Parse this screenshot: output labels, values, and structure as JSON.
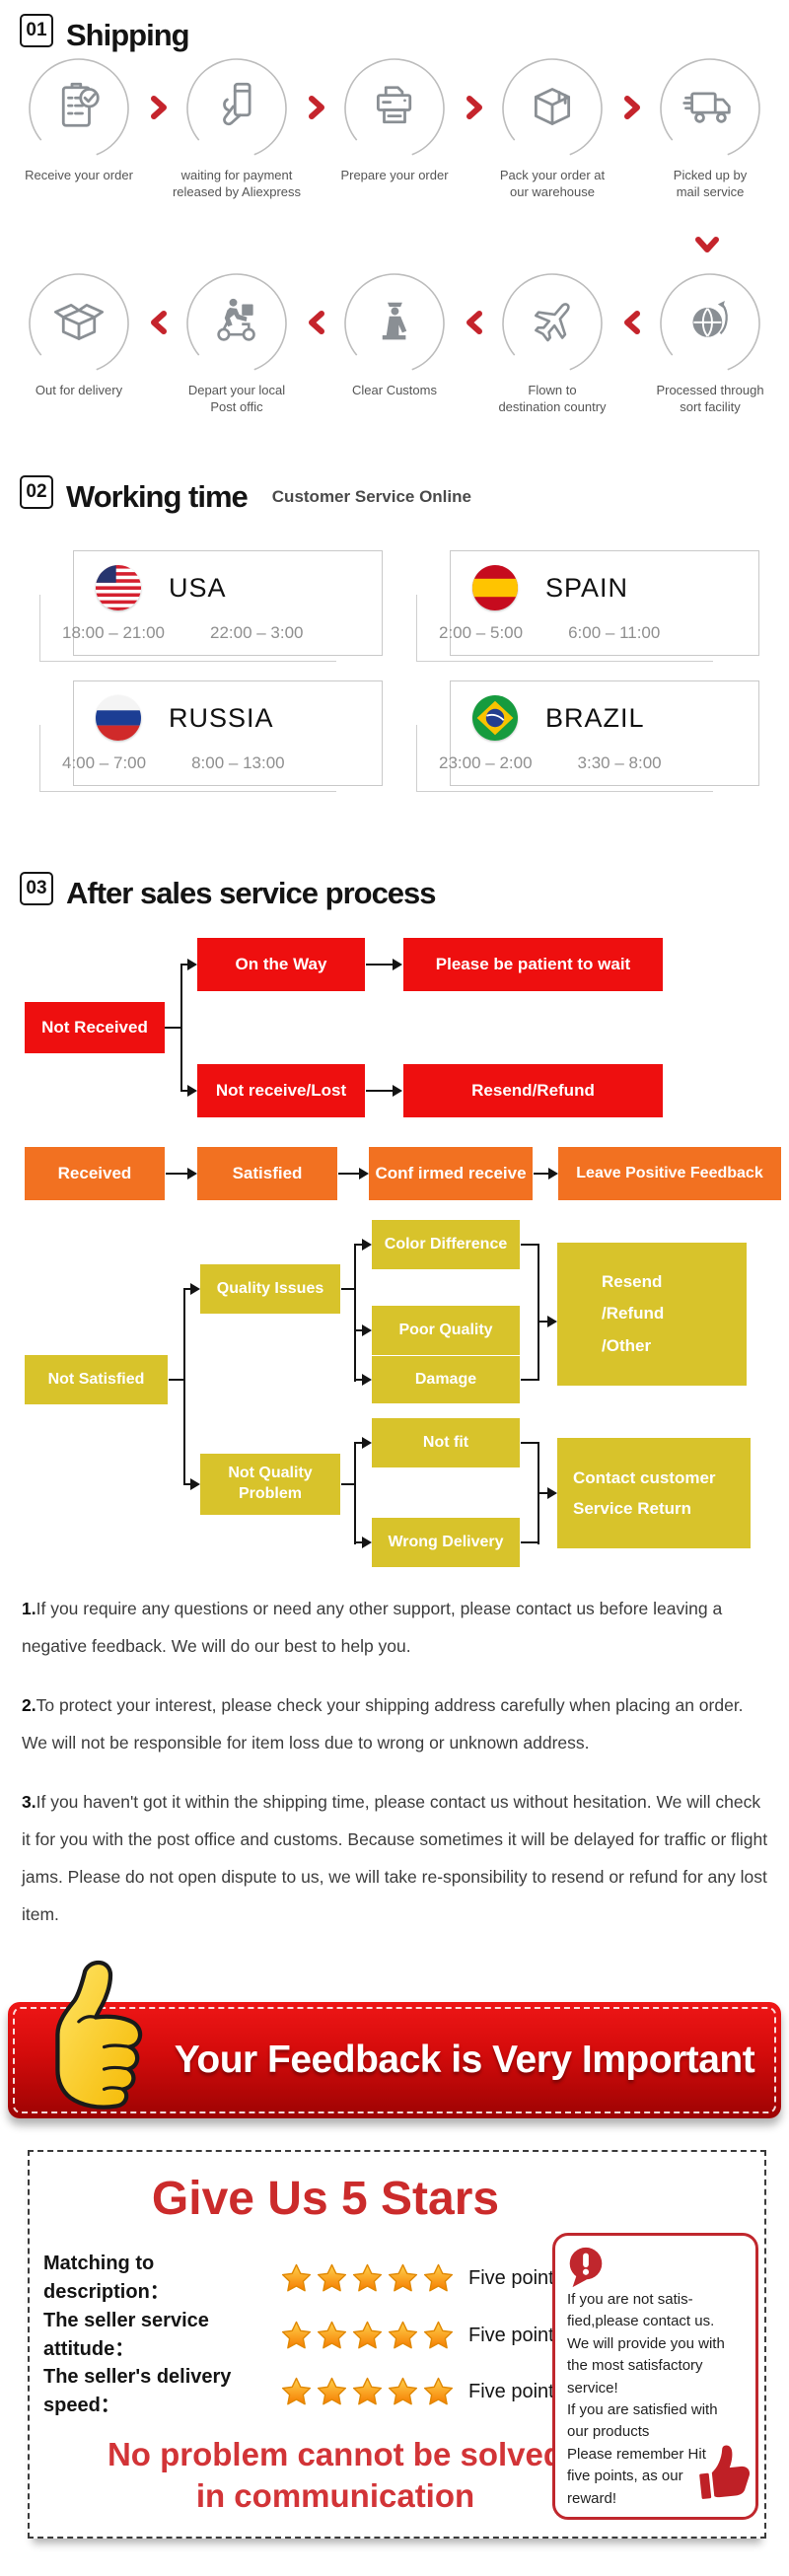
{
  "sections": {
    "shipping": {
      "number": "01",
      "title": "Shipping",
      "row1": [
        {
          "label": "Receive your order",
          "icon": "order-checklist-icon"
        },
        {
          "label": "waiting for payment\nreleased by Aliexpress",
          "icon": "payment-card-icon"
        },
        {
          "label": "Prepare your order",
          "icon": "printer-icon"
        },
        {
          "label": "Pack your order at\nour warehouse",
          "icon": "package-box-icon"
        },
        {
          "label": "Picked up by\nmail service",
          "icon": "mail-truck-icon"
        }
      ],
      "row2": [
        {
          "label": "Out  for delivery",
          "icon": "open-box-icon"
        },
        {
          "label": "Depart your local\nPost offic",
          "icon": "courier-scooter-icon"
        },
        {
          "label": "Clear Customs",
          "icon": "customs-officer-icon"
        },
        {
          "label": "Flown to\ndestination country",
          "icon": "airplane-icon"
        },
        {
          "label": "Processed through\nsort facility",
          "icon": "globe-icon"
        }
      ]
    },
    "working_time": {
      "number": "02",
      "title": "Working time",
      "subtitle": "Customer Service Online",
      "cards": [
        {
          "country": "USA",
          "flag": "usa-flag",
          "times": [
            "18:00 – 21:00",
            "22:00 – 3:00"
          ]
        },
        {
          "country": "SPAIN",
          "flag": "spain-flag",
          "times": [
            "2:00 – 5:00",
            "6:00 – 11:00"
          ]
        },
        {
          "country": "RUSSIA",
          "flag": "russia-flag",
          "times": [
            "4:00 – 7:00",
            "8:00 – 13:00"
          ]
        },
        {
          "country": "BRAZIL",
          "flag": "brazil-flag",
          "times": [
            "23:00 – 2:00",
            "3:30 – 8:00"
          ]
        }
      ]
    },
    "after_sales": {
      "number": "03",
      "title": "After sales service process",
      "red": {
        "source": "Not Received",
        "branch1": {
          "from": "On the Way",
          "to": "Please be patient to wait"
        },
        "branch2": {
          "from": "Not receive/Lost",
          "to": "Resend/Refund"
        }
      },
      "orange": {
        "steps": [
          "Received",
          "Satisfied",
          "Conf irmed receive",
          "Leave Positive Feedback"
        ]
      },
      "yellow": {
        "source": "Not Satisfied",
        "group1": {
          "node": "Quality Issues",
          "child1": "Color Difference",
          "child2": "Poor Quality",
          "child3": "Damage",
          "result": "Resend\n/Refund\n/Other"
        },
        "group2": {
          "node": "Not Quality\nProblem",
          "child1": "Not fit",
          "child2": "Wrong Delivery",
          "result": "Contact customer\nService Return"
        }
      }
    }
  },
  "notes": [
    {
      "num": "1.",
      "text": "If you require any questions or need any other support, please contact us before leaving a negative feedback. We will do our best to help you."
    },
    {
      "num": "2.",
      "text": "To protect your interest, please check your shipping address carefully when placing an order. We will not be responsible for item loss due to wrong or unknown address."
    },
    {
      "num": "3.",
      "text": "If you haven't got it within the shipping time, please contact us without hesitation. We will check it for you with the post office and customs. Because sometimes it will be delayed for traffic or flight jams. Please do not open dispute to us, we will take re-sponsibility to resend or refund for any lost item."
    }
  ],
  "banner": {
    "text": "Your Feedback is Very Important",
    "icon": "thumbs-up-icon"
  },
  "feedback": {
    "title": "Give Us 5 Stars",
    "rows": [
      {
        "label": "Matching to description：",
        "stars": 5,
        "points": "Five points"
      },
      {
        "label": "The seller service attitude：",
        "stars": 5,
        "points": "Five points"
      },
      {
        "label": "The seller's delivery speed：",
        "stars": 5,
        "points": "Five points"
      }
    ],
    "slogan": "No problem cannot be solved\nin communication",
    "side_note": {
      "icon": "exclamation-bubble-icon",
      "text": "If you are not satis-\nfied,please contact us.\nWe will provide you with\nthe most satisfactory\nservice!\nIf you are satisfied with\nour products\nPlease remember Hit\nfive points, as our\nreward!",
      "thumb_icon": "thumbs-up-red-icon"
    }
  },
  "colors": {
    "flow_red": "#ee0f0f",
    "flow_orange": "#f27121",
    "flow_yellow": "#d8c32b",
    "arrow_red": "#c5242c",
    "banner_red": "#d30b0b",
    "title_red": "#cb2b2b",
    "slogan_red": "#d23437",
    "side_box_red": "#c0272d",
    "star_orange": "#f57c00"
  }
}
